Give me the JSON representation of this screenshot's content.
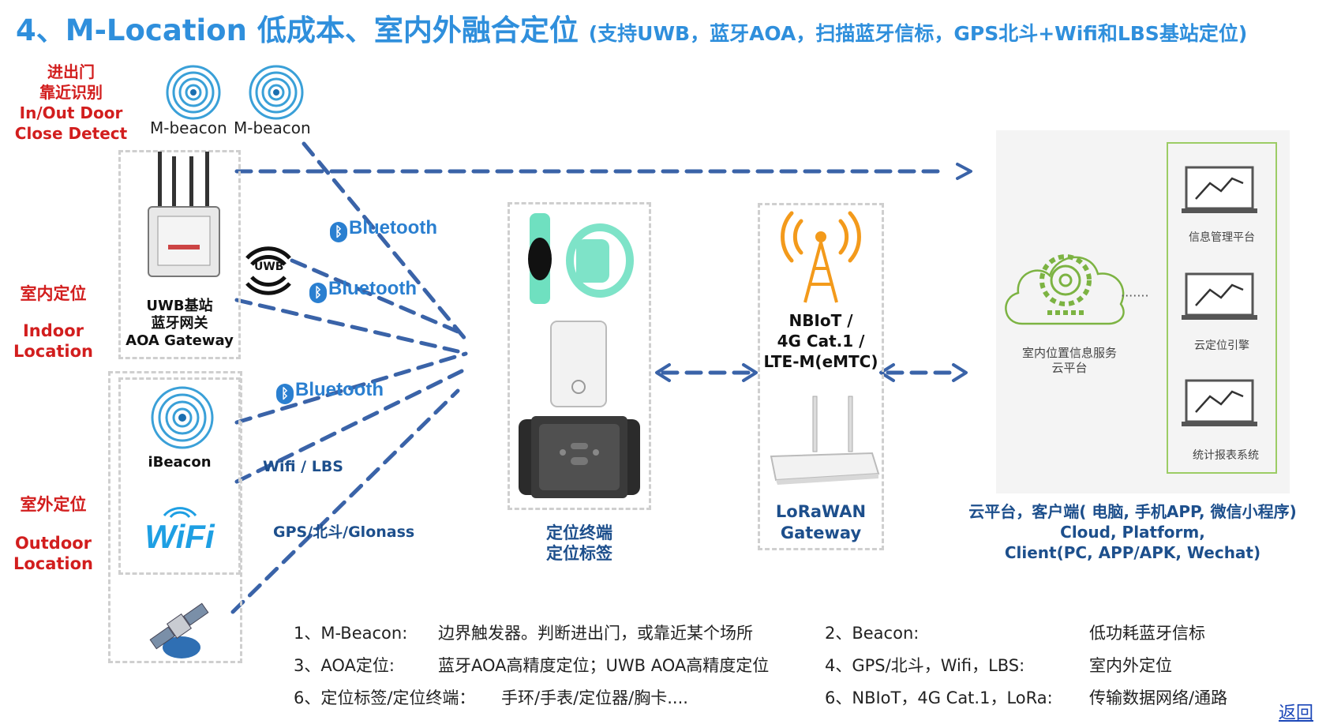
{
  "title": {
    "main": "4、M-Location 低成本、室内外融合定位",
    "sub": "(支持UWB，蓝牙AOA，扫描蓝牙信标，GPS北斗+Wifi和LBS基站定位)"
  },
  "left_labels": {
    "door_cn_1": "进出门",
    "door_cn_2": "靠近识别",
    "door_en_1": "In/Out Door",
    "door_en_2": "Close Detect",
    "indoor_cn": "室内定位",
    "indoor_en_1": "Indoor",
    "indoor_en_2": "Location",
    "outdoor_cn": "室外定位",
    "outdoor_en_1": "Outdoor",
    "outdoor_en_2": "Location"
  },
  "beacons": {
    "label_1": "M-beacon",
    "label_2": "M-beacon"
  },
  "gateway": {
    "line1": "UWB基站",
    "line2": "蓝牙网关",
    "line3": "AOA Gateway"
  },
  "uwb_label": "UWB",
  "bluetooth_labels": [
    "Bluetooth",
    "Bluetooth",
    "Bluetooth"
  ],
  "ibeacon_label": "iBeacon",
  "wifi_logo": "WiFi",
  "wifi_lbs": "Wifi / LBS",
  "gps_label": "GPS/北斗/Glonass",
  "terminal": {
    "line1": "定位终端",
    "line2": "定位标签"
  },
  "network": {
    "line1": "NBIoT /",
    "line2": "4G Cat.1 /",
    "line3": "LTE-M(eMTC)"
  },
  "lorawan": {
    "line1": "LoRaWAN",
    "line2": "Gateway"
  },
  "cloud": {
    "service_1": "室内位置信息服务",
    "service_2": "云平台",
    "dots": "·······",
    "monitor_1": "信息管理平台",
    "monitor_2": "云定位引擎",
    "monitor_3": "统计报表系统",
    "caption_cn": "云平台，客户端( 电脑, 手机APP, 微信小程序)",
    "caption_en_1": "Cloud, Platform,",
    "caption_en_2": "Client(PC, APP/APK, Wechat)"
  },
  "notes": [
    {
      "label": "1、M-Beacon:",
      "text": "边界触发器。判断进出门，或靠近某个场所"
    },
    {
      "label": "2、Beacon:",
      "text": "低功耗蓝牙信标"
    },
    {
      "label": "3、AOA定位:",
      "text": "蓝牙AOA高精度定位；UWB AOA高精度定位"
    },
    {
      "label": "4、GPS/北斗，Wifi，LBS:",
      "text": "室内外定位"
    },
    {
      "label": "6、定位标签/定位终端：",
      "text": "手环/手表/定位器/胸卡...."
    },
    {
      "label": "6、NBIoT，4G Cat.1，LoRa:",
      "text": "传输数据网络/通路"
    }
  ],
  "back_link": "返回",
  "colors": {
    "title": "#2f8fdc",
    "red_label": "#d21e1e",
    "blue_label": "#1d4f8c",
    "dashed_line": "#3a63a8",
    "cloud_green": "#7cb342"
  }
}
